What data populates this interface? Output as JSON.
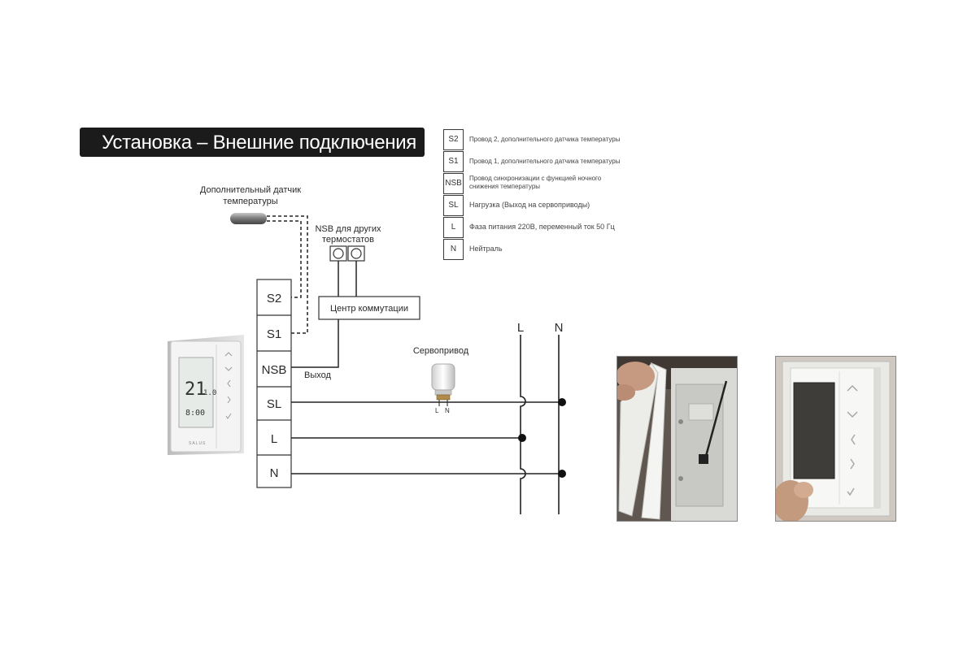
{
  "title": "Установка – Внешние подключения",
  "sensor_label_line1": "Дополнительный датчик",
  "sensor_label_line2": "температуры",
  "nsb_label_line1": "NSB для других",
  "nsb_label_line2": "термостатов",
  "hub_label": "Центр коммутации",
  "output_label": "Выход",
  "actuator_label": "Сервопривод",
  "actuator_pin_l": "L",
  "actuator_pin_n": "N",
  "bus_l": "L",
  "bus_n": "N",
  "terminals": [
    "S2",
    "S1",
    "NSB",
    "SL",
    "L",
    "N"
  ],
  "legend": [
    {
      "code": "S2",
      "text": "Провод 2, дополнительного датчика температуры"
    },
    {
      "code": "S1",
      "text": "Провод 1, дополнительного датчика температуры"
    },
    {
      "code": "NSB",
      "text": "Провод синхронизации с функцией ночного снижения температуры"
    },
    {
      "code": "SL",
      "text": "Нагрузка (Выход на сервоприводы)"
    },
    {
      "code": "L",
      "text": "Фаза питания 220В, переменный ток 50 Гц"
    },
    {
      "code": "N",
      "text": "Нейтраль"
    }
  ],
  "thermostat_display": {
    "temp_main": "21",
    "temp_set": "1.0",
    "time": "8:00",
    "brand": "SALUS"
  }
}
